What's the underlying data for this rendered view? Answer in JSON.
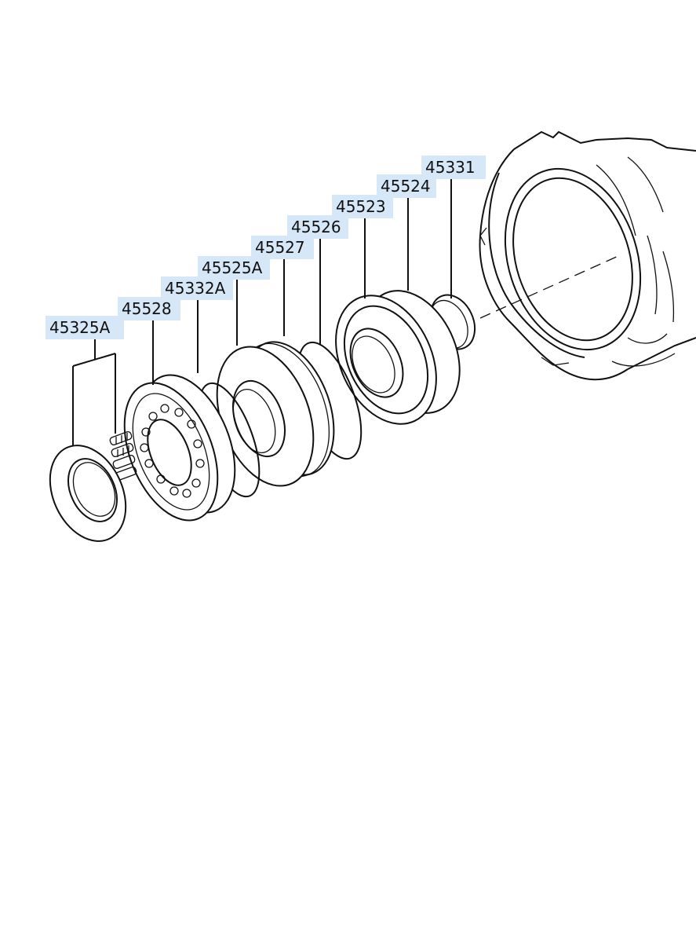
{
  "parts": [
    {
      "id": "p1",
      "number": "45331"
    },
    {
      "id": "p2",
      "number": "45524"
    },
    {
      "id": "p3",
      "number": "45523"
    },
    {
      "id": "p4",
      "number": "45526"
    },
    {
      "id": "p5",
      "number": "45527"
    },
    {
      "id": "p6",
      "number": "45525A"
    },
    {
      "id": "p7",
      "number": "45332A"
    },
    {
      "id": "p8",
      "number": "45528"
    },
    {
      "id": "p9",
      "number": "45325A"
    }
  ],
  "colors": {
    "label_bg": "#d6e7f7",
    "line": "#111111",
    "background": "#ffffff"
  }
}
